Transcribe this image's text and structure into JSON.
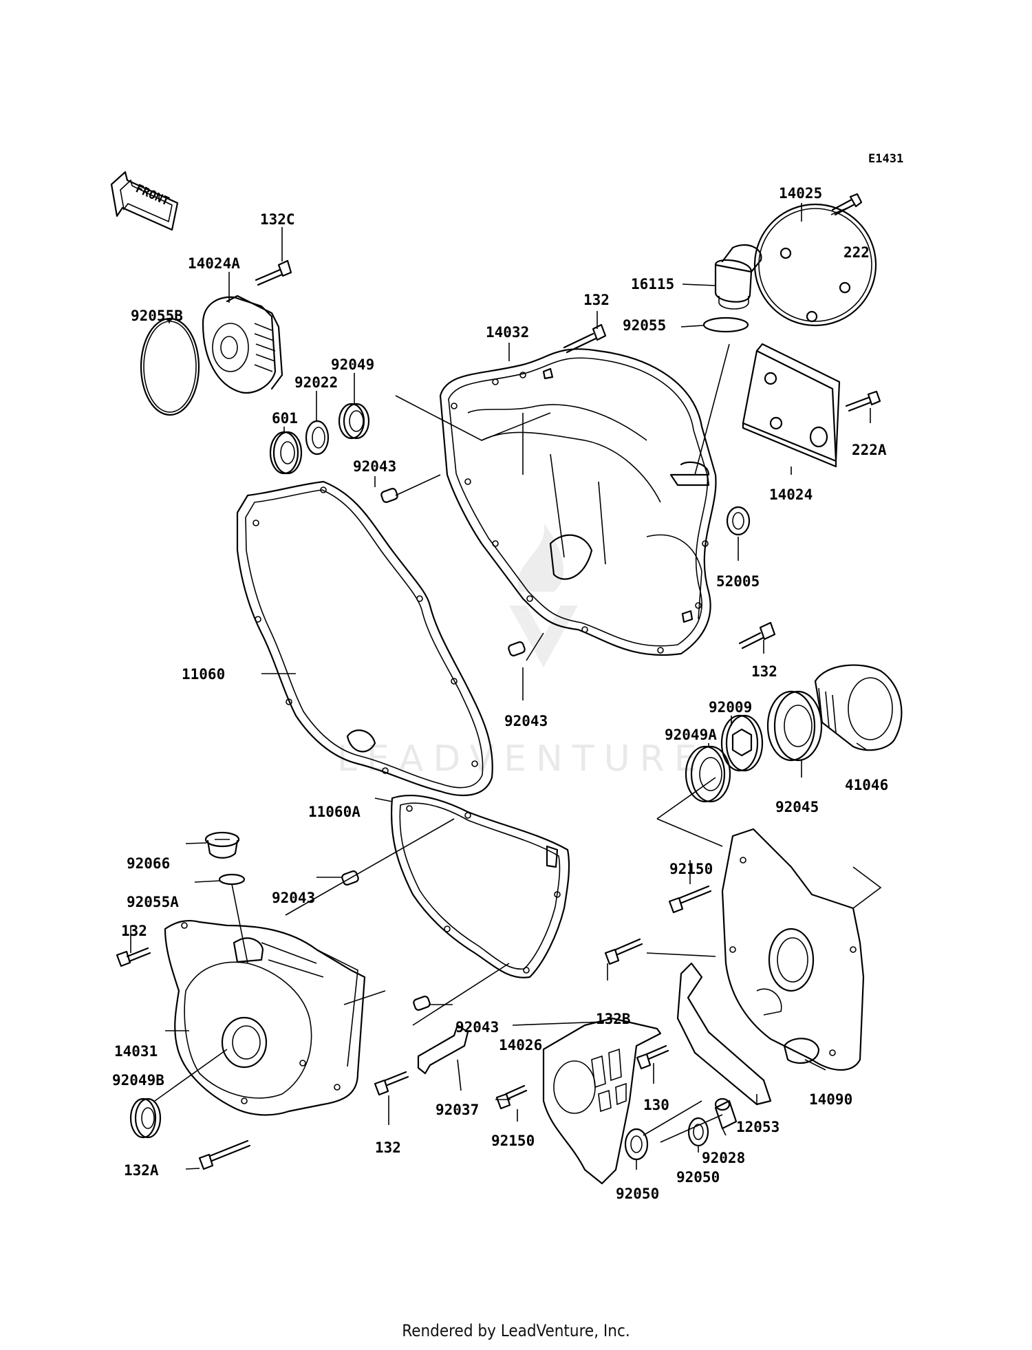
{
  "diagram_code": "E1431",
  "front_arrow_text": "FRONT",
  "watermark": "LEADVENTURE",
  "footer": "Rendered by LeadVenture, Inc.",
  "labels": {
    "l_14025": "14025",
    "l_222": "222",
    "l_16115": "16115",
    "l_92055": "92055",
    "l_132_top": "132",
    "l_14032": "14032",
    "l_132C": "132C",
    "l_14024A": "14024A",
    "l_92055B": "92055B",
    "l_92049": "92049",
    "l_92022": "92022",
    "l_601": "601",
    "l_92043_a": "92043",
    "l_222A": "222A",
    "l_14024": "14024",
    "l_52005": "52005",
    "l_11060": "11060",
    "l_132_mid": "132",
    "l_92043_b": "92043",
    "l_92009": "92009",
    "l_92049A": "92049A",
    "l_41046": "41046",
    "l_92045": "92045",
    "l_11060A": "11060A",
    "l_92066": "92066",
    "l_92150_a": "92150",
    "l_92055A": "92055A",
    "l_92043_c": "92043",
    "l_132_left": "132",
    "l_132B": "132B",
    "l_92043_d": "92043",
    "l_14026": "14026",
    "l_14031": "14031",
    "l_92049B": "92049B",
    "l_130": "130",
    "l_14090": "14090",
    "l_92037": "92037",
    "l_12053": "12053",
    "l_92150_b": "92150",
    "l_132_bot": "132",
    "l_92028": "92028",
    "l_92050_a": "92050",
    "l_132A": "132A",
    "l_92050_b": "92050"
  }
}
